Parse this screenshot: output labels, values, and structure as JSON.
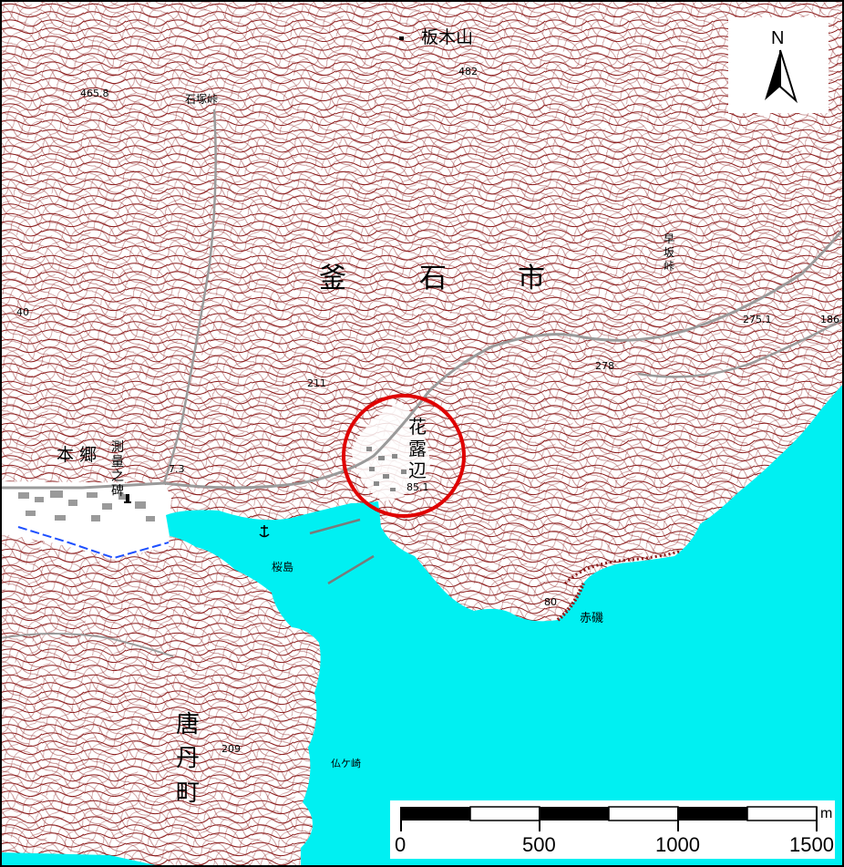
{
  "map": {
    "place_labels": {
      "kamaishi": [
        "釜",
        "石",
        "市"
      ],
      "karani": [
        "唐",
        "丹",
        "町"
      ],
      "hanatsuyabe": [
        "花",
        "露",
        "辺"
      ],
      "motogo": "本郷",
      "sokuryo": [
        "測",
        "量",
        "之",
        "碑"
      ],
      "itagi": "板木山",
      "ishizuka": "石塚峠",
      "hayasaka": [
        "早",
        "坂",
        "峠"
      ],
      "sakurajima": "桜島",
      "akaiso": "赤磯",
      "hotokegasaki": "仏ケ崎"
    },
    "elevations": {
      "e482": "482",
      "e4658": "465.8",
      "e2751": "275.1",
      "e186": "186",
      "e278": "278",
      "e40": "40",
      "e211": "211",
      "e73": "7.3",
      "e851": "85.1",
      "e80": "80",
      "e209": "209"
    },
    "north": "N",
    "scale": {
      "ticks": [
        "0",
        "500",
        "1000",
        "1500"
      ],
      "unit": "m"
    },
    "colors": {
      "sea": "#00f0f2",
      "contour": "#8b1a1a",
      "road": "#9a9a9a",
      "highlight_circle": "#e00000",
      "boundary": "#1e50ff"
    },
    "icons": [
      "north-arrow-icon",
      "anchor-icon",
      "monument-icon"
    ]
  }
}
